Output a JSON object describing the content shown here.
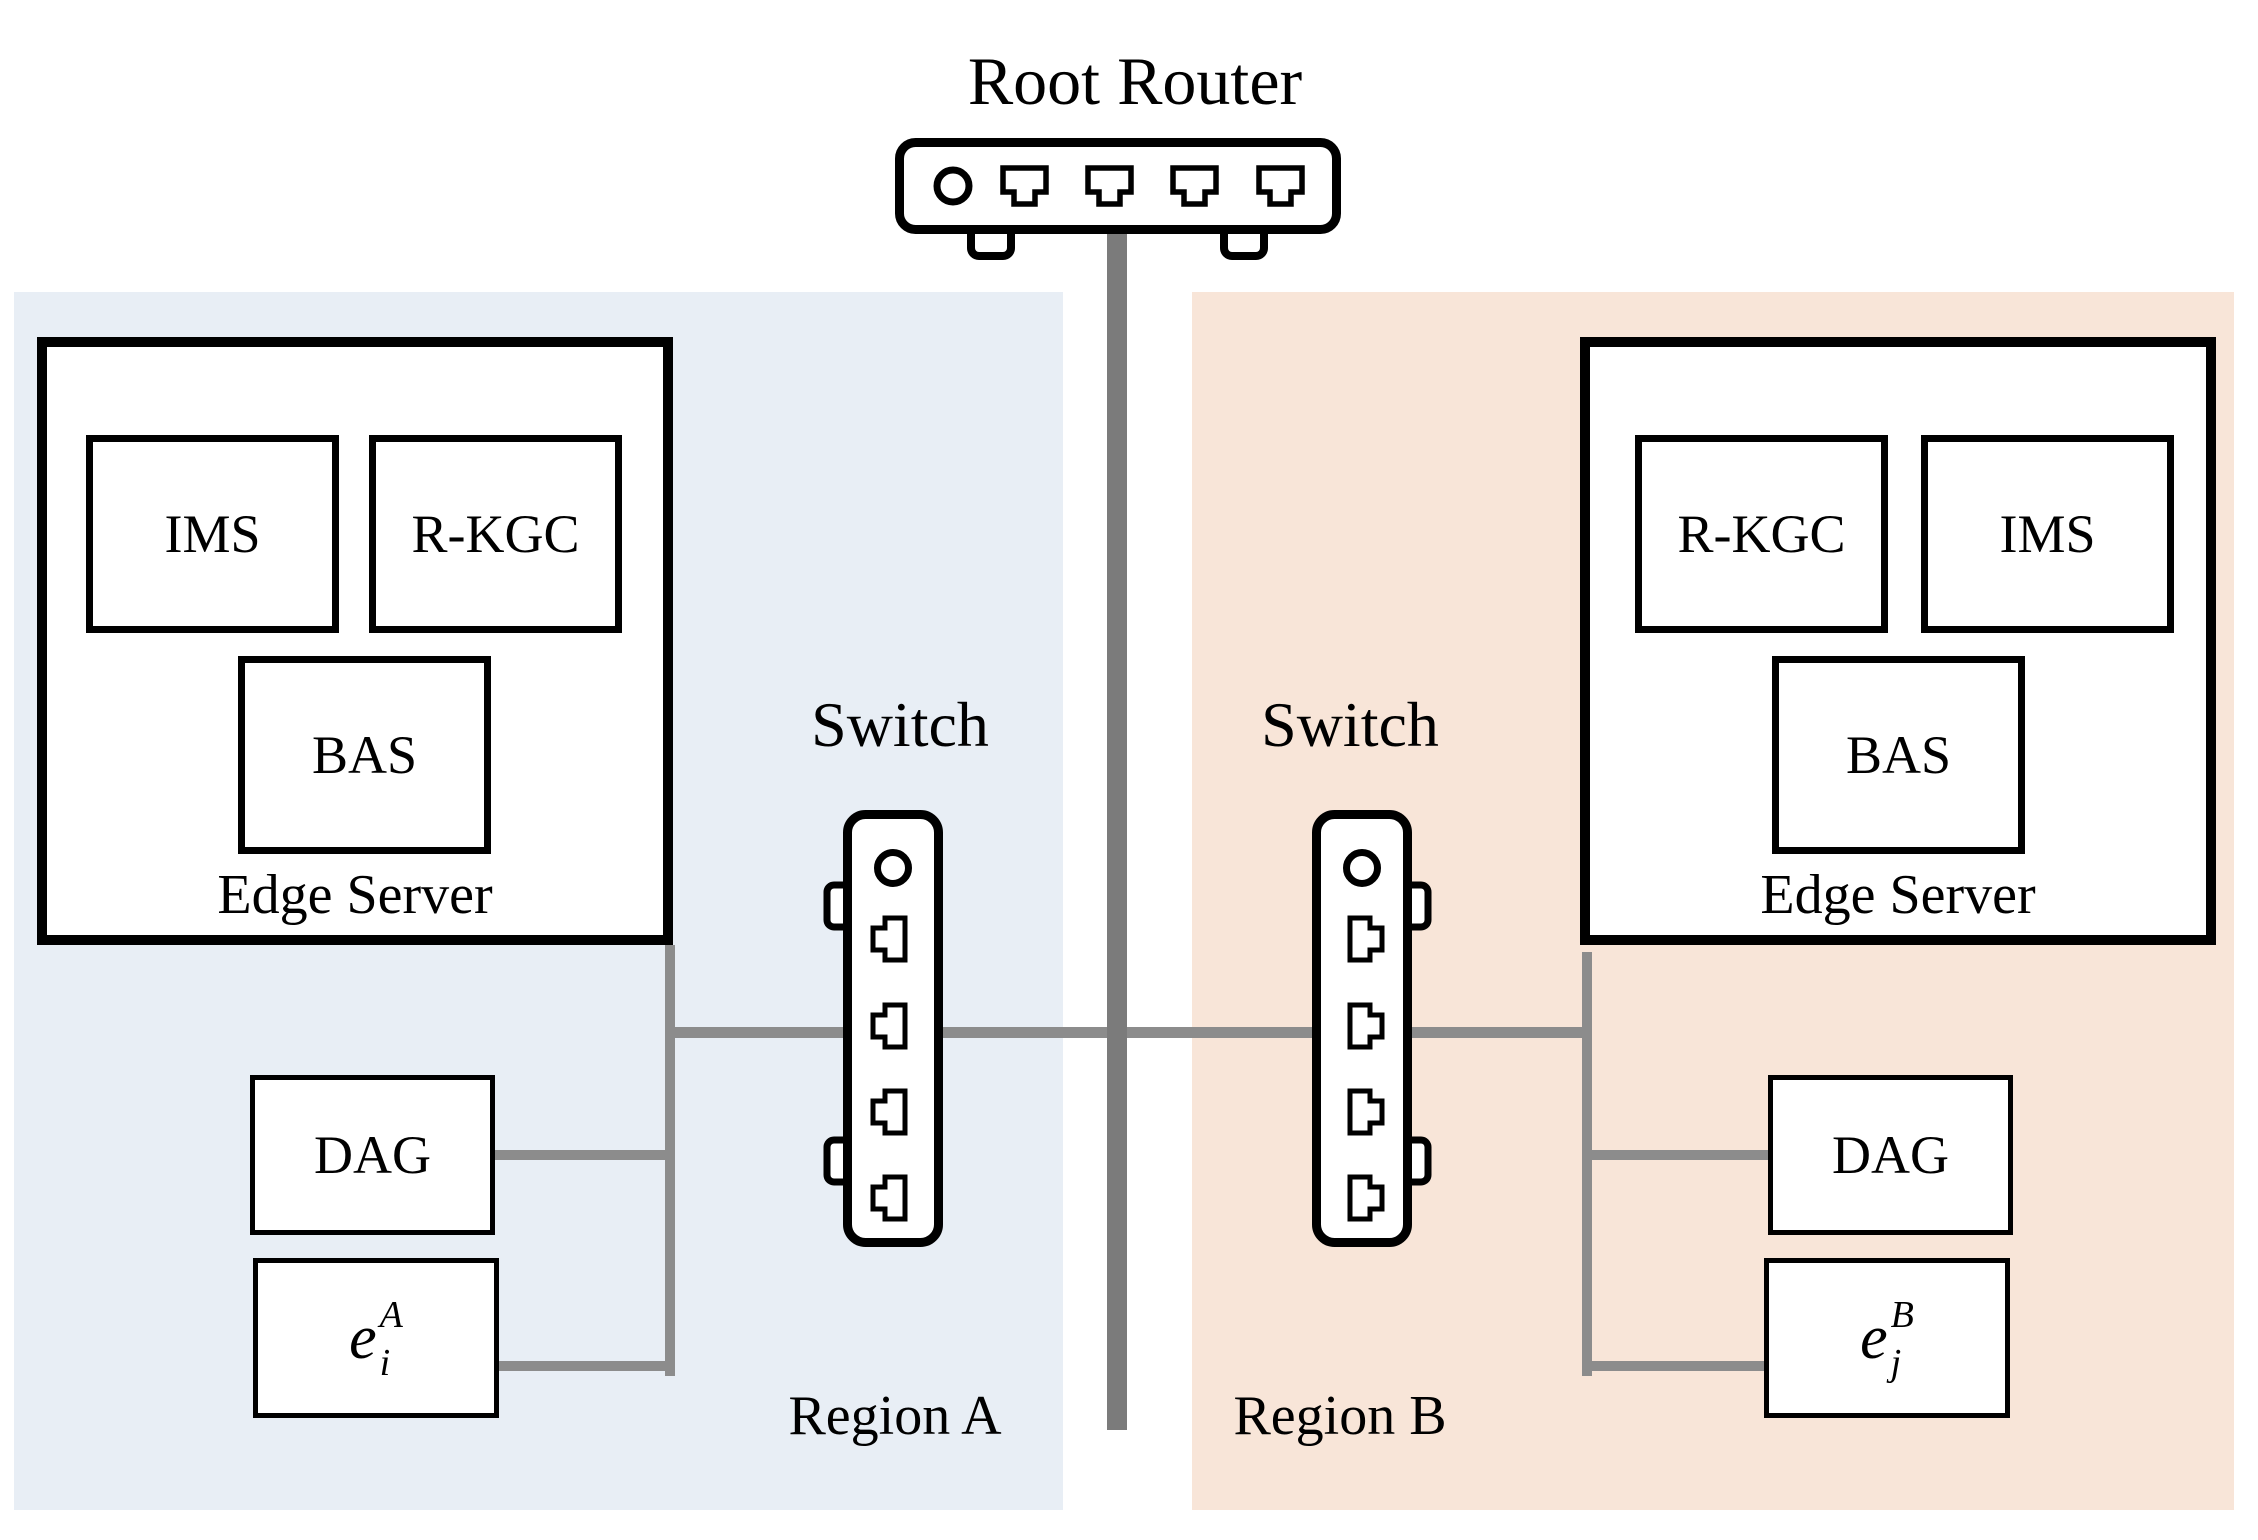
{
  "root_router": {
    "label": "Root Router"
  },
  "colors": {
    "region_a_bg": "#e8eef5",
    "region_b_bg": "#f8e5d8",
    "thin_line": "#8c8c8c",
    "trunk_line": "#7b7b7b",
    "stroke": "#000000"
  },
  "region_a": {
    "label": "Region A",
    "switch": {
      "label": "Switch"
    },
    "edge_server": {
      "label": "Edge Server",
      "module_left": "IMS",
      "module_right": "R-KGC",
      "module_bottom": "BAS"
    },
    "dag": {
      "label": "DAG"
    },
    "endpoint": {
      "base": "e",
      "sup": "A",
      "sub": "i"
    }
  },
  "region_b": {
    "label": "Region B",
    "switch": {
      "label": "Switch"
    },
    "edge_server": {
      "label": "Edge Server",
      "module_left": "R-KGC",
      "module_right": "IMS",
      "module_bottom": "BAS"
    },
    "dag": {
      "label": "DAG"
    },
    "endpoint": {
      "base": "e",
      "sup": "B",
      "sub": "j"
    }
  }
}
